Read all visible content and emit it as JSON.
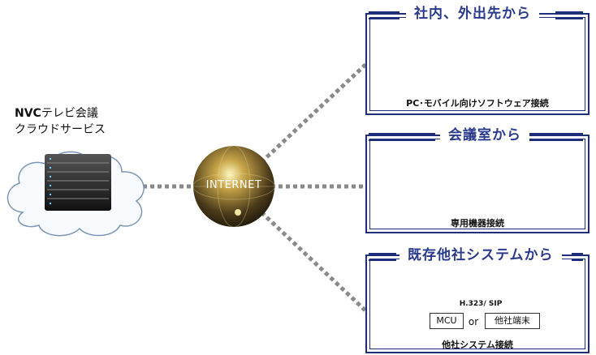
{
  "cloud_service": {
    "title_bold": "NVC",
    "title_rest": "テレビ会議",
    "subtitle": "クラウドサービス"
  },
  "internet": {
    "label": "INTERNET"
  },
  "panels": [
    {
      "title": "社内、外出先から",
      "caption": "PC･モバイル向けソフトウェア接続"
    },
    {
      "title": "会議室から",
      "caption": "専用機器接続"
    },
    {
      "title": "既存他社システムから",
      "caption": "他社システム接続",
      "protocol": "H.323/ SIP",
      "mcu": "MCU",
      "or": "or",
      "terminal": "他社端末"
    }
  ],
  "colors": {
    "panel_border": "#1f2d7a",
    "title_text": "#2a3a8c",
    "dotted_line": "#8a8a8a"
  }
}
